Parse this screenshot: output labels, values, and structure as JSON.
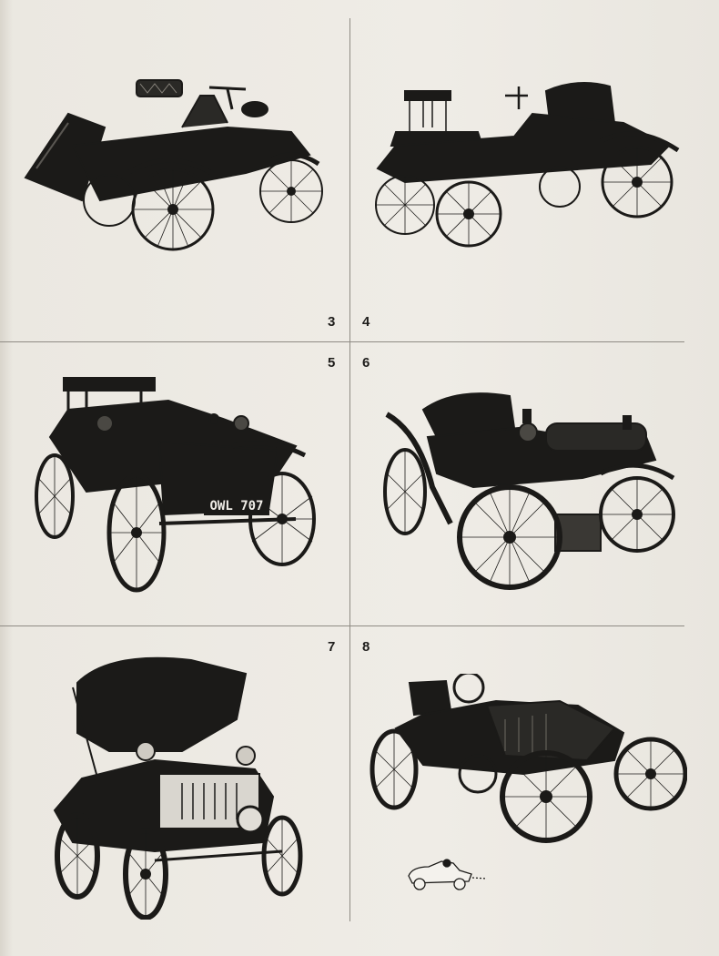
{
  "plates": [
    {
      "number": "3",
      "subject": "Tricycle forecar"
    },
    {
      "number": "4",
      "subject": "Open two-seater with rear bench"
    },
    {
      "number": "5",
      "subject": "Tonneau with registration plate",
      "registration": "OWL 707"
    },
    {
      "number": "6",
      "subject": "Voiturette with wire wheels"
    },
    {
      "number": "7",
      "subject": "Hooded car with lamps"
    },
    {
      "number": "8",
      "subject": "Racing-style two-seater"
    }
  ],
  "colors": {
    "paper": "#ece9e2",
    "ink": "#1b1a18",
    "rule": "#8f8b84"
  }
}
